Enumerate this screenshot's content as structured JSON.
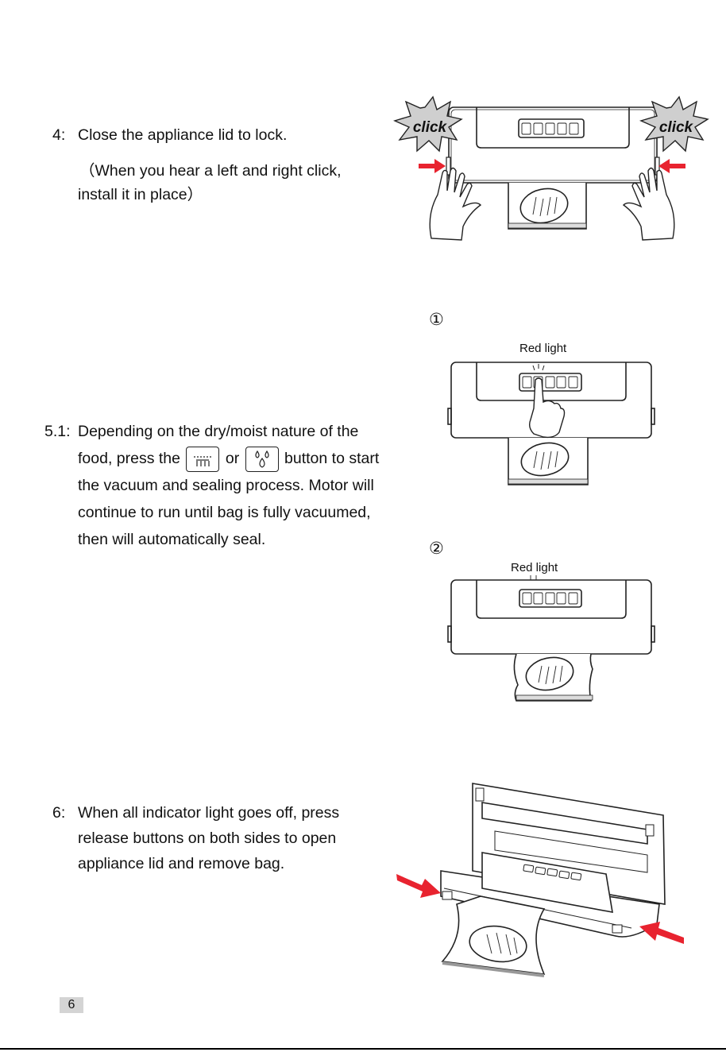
{
  "step4": {
    "number": "4:",
    "line1": "Close the appliance lid to lock.",
    "line2": "（When you hear a left and right click,",
    "line3": "install it in place）"
  },
  "figure1": {
    "click_left": "click",
    "click_right": "click"
  },
  "step51": {
    "number": "5.1:",
    "line1": "Depending on the dry/moist nature of the",
    "line2a": "food, press the",
    "line2b": "or",
    "line2c": "button to start",
    "line3": "the vacuum and sealing process. Motor will",
    "line4": "continue to run until bag is fully vacuumed,",
    "line5": "then will automatically seal."
  },
  "figure2": {
    "marker": "①",
    "label": "Red light"
  },
  "figure3": {
    "marker": "②",
    "label": "Red light"
  },
  "step6": {
    "number": "6:",
    "line1": "When all indicator light goes off, press",
    "line2": "release buttons on both sides to open",
    "line3": "appliance lid and remove bag."
  },
  "page_number": "6",
  "colors": {
    "arrow": "#e8232f",
    "burst": "#cfcfcf"
  }
}
